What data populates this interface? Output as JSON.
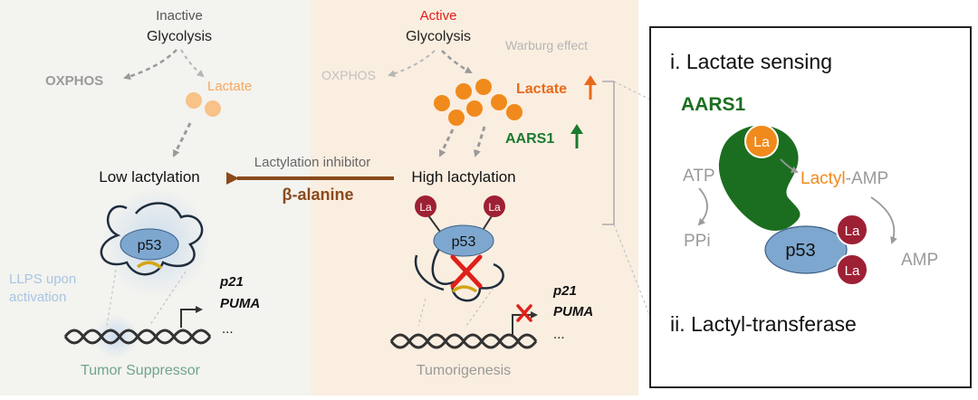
{
  "left_panel": {
    "glycolysis_state": "Inactive",
    "glycolysis": "Glycolysis",
    "oxphos": "OXPHOS",
    "lactate": "Lactate",
    "lactylation": "Low lactylation",
    "protein": "p53",
    "llps_line1": "LLPS upon",
    "llps_line2": "activation",
    "gene1": "p21",
    "gene2": "PUMA",
    "gene_more": "...",
    "outcome": "Tumor Suppressor"
  },
  "inhibitor": {
    "label": "Lactylation inhibitor",
    "drug": "β-alanine"
  },
  "middle_panel": {
    "glycolysis_state": "Active",
    "glycolysis": "Glycolysis",
    "warburg": "Warburg effect",
    "oxphos": "OXPHOS",
    "lactate": "Lactate",
    "aars1": "AARS1",
    "lactylation": "High lactylation",
    "mod1": "La",
    "mod2": "La",
    "protein": "p53",
    "gene1": "p21",
    "gene2": "PUMA",
    "gene_more": "...",
    "outcome": "Tumorigenesis"
  },
  "right_panel": {
    "step1": "i. Lactate sensing",
    "enzyme": "AARS1",
    "bound_mod": "La",
    "atp": "ATP",
    "ppi": "PPi",
    "lactyl": "Lactyl",
    "amp_suffix": "-AMP",
    "protein": "p53",
    "mod1": "La",
    "mod2": "La",
    "amp": "AMP",
    "step2": "ii. Lactyl-transferase"
  },
  "colors": {
    "left_bg": "#f3f3ef",
    "middle_bg": "#faeee0",
    "lactate_orange": "#f08a1c",
    "aars1_green": "#1a7a2e",
    "enzyme_green": "#1b6e1f",
    "inhibitor_brown": "#8a4a1c",
    "lactyl_red": "#9e2034",
    "p53_blue": "#7ea7cf",
    "active_red": "#e0201a",
    "gray_text": "#9a9a9a",
    "llps_blue": "#a9c4e2",
    "suppressor_green": "#6ea58d"
  }
}
